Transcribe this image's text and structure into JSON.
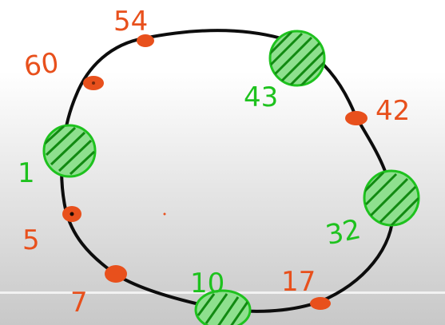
{
  "colors": {
    "ring": "#0d0d0d",
    "orange": "#e8501c",
    "green": "#1ec21e",
    "background_top": "#ffffff",
    "background_bottom": "#cfcfcf"
  },
  "nodes": [
    {
      "label": "54",
      "kind": "point"
    },
    {
      "label": "60",
      "kind": "point"
    },
    {
      "label": "43",
      "kind": "server"
    },
    {
      "label": "42",
      "kind": "point"
    },
    {
      "label": "1",
      "kind": "server"
    },
    {
      "label": "5",
      "kind": "point"
    },
    {
      "label": "32",
      "kind": "server"
    },
    {
      "label": "7",
      "kind": "point"
    },
    {
      "label": "10",
      "kind": "server"
    },
    {
      "label": "17",
      "kind": "point"
    }
  ]
}
